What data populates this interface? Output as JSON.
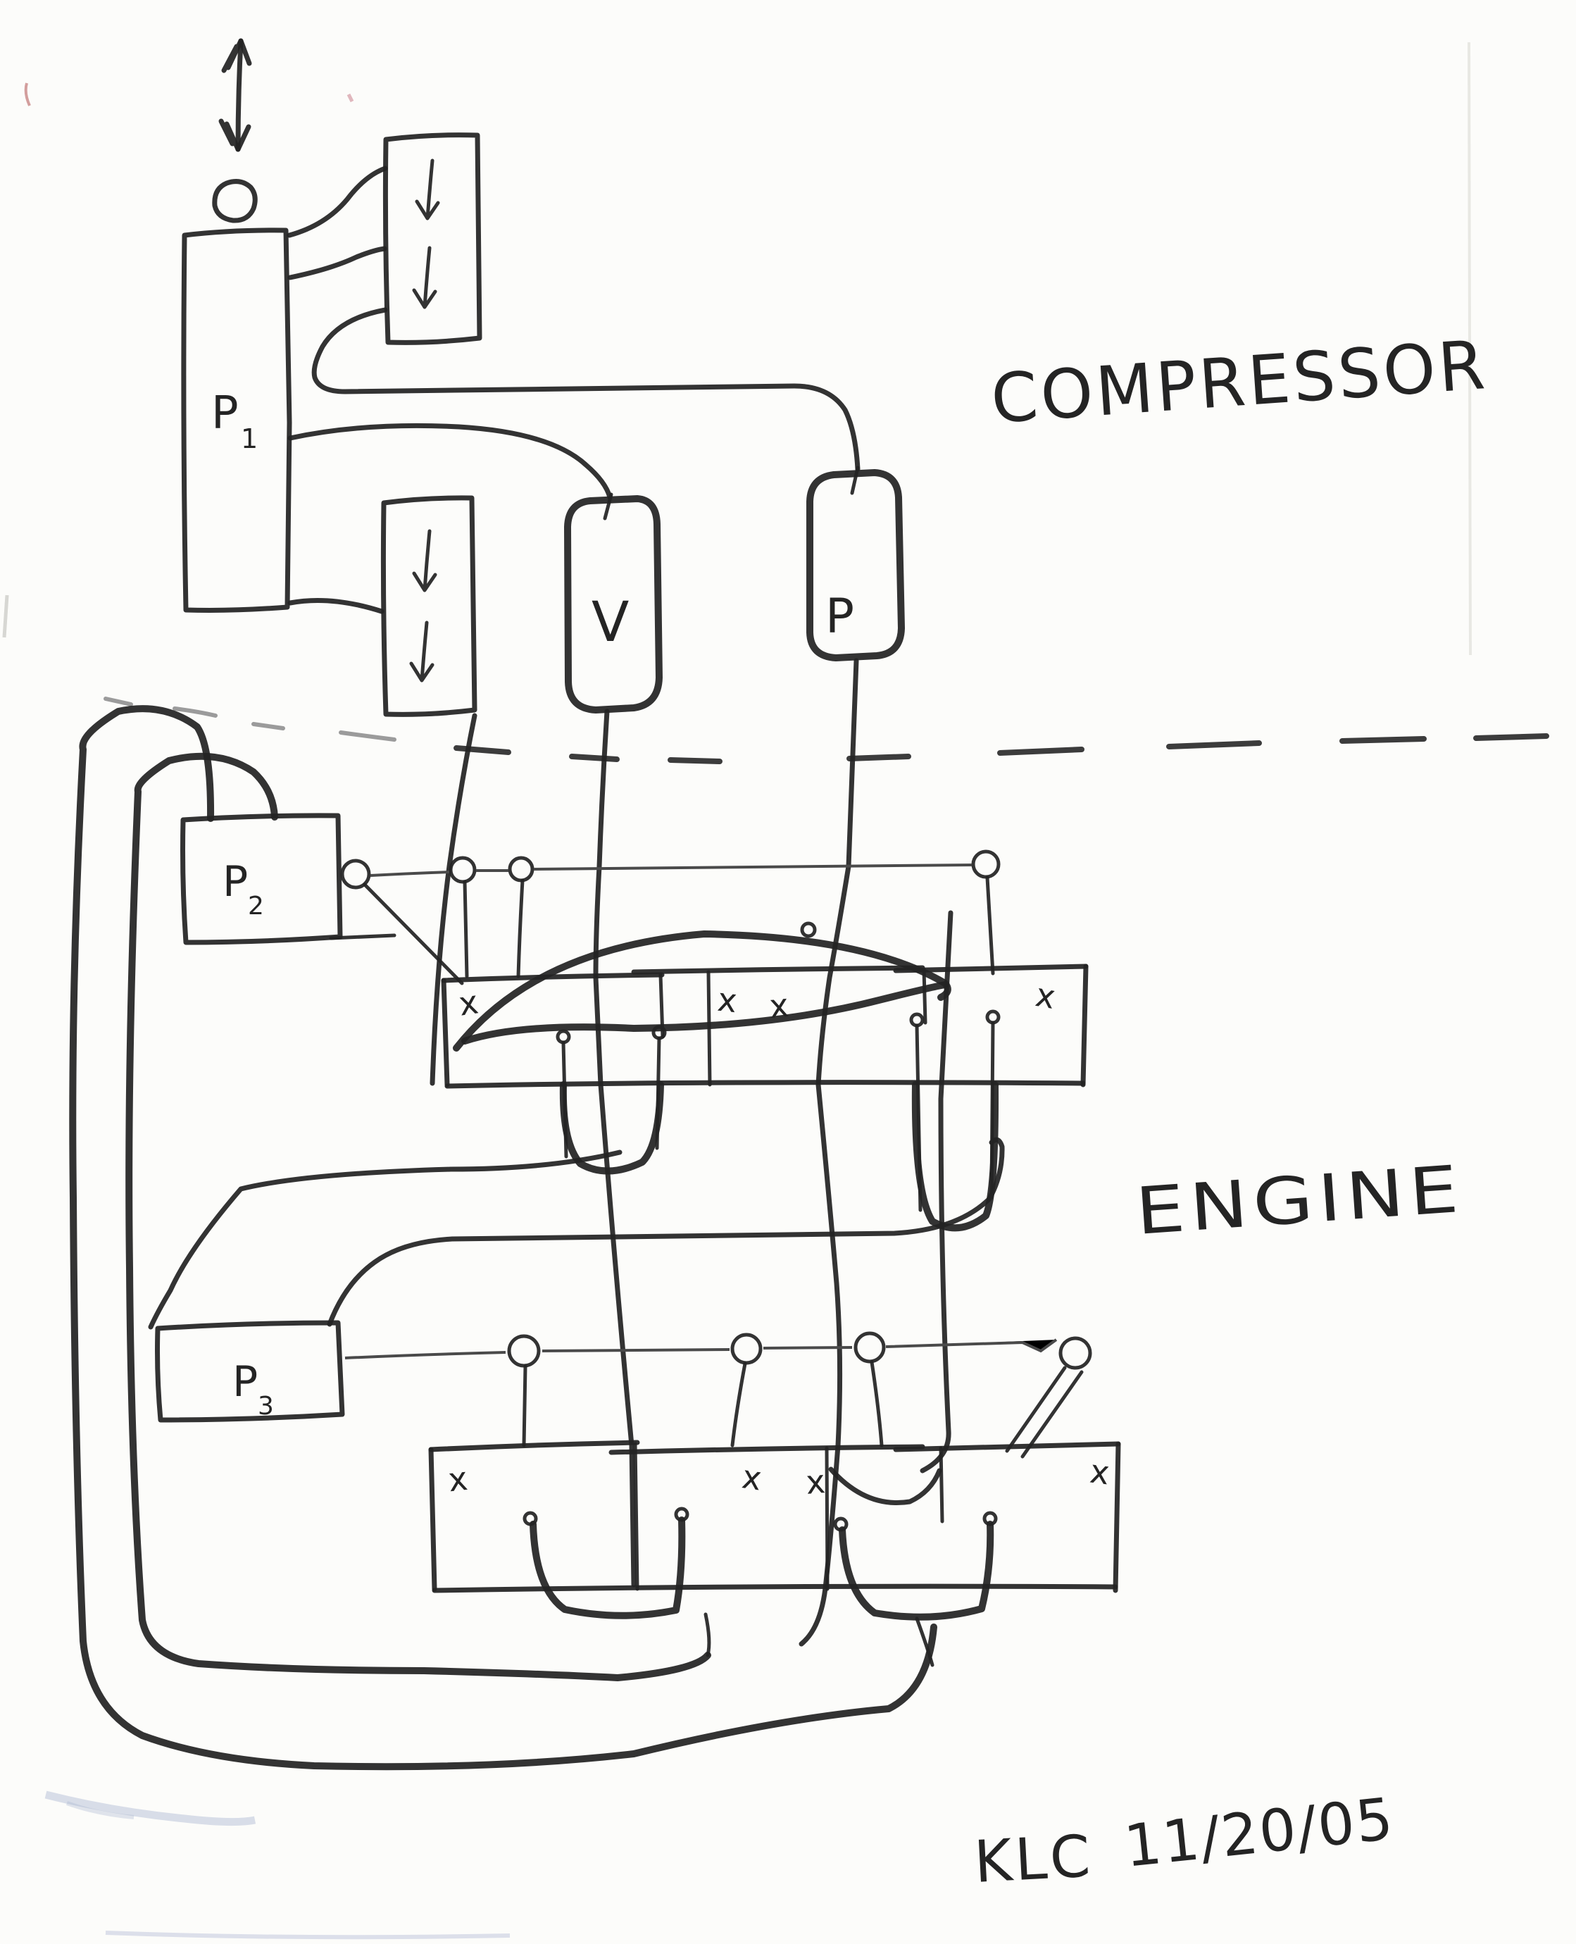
{
  "labels": {
    "compressor": "COMPRESSOR",
    "engine": "ENGINE",
    "p1": {
      "main": "P",
      "sub": "1"
    },
    "p2": {
      "main": "P",
      "sub": "2"
    },
    "p3": {
      "main": "P",
      "sub": "3"
    },
    "vessel_v": "V",
    "vessel_p": "P"
  },
  "marks": {
    "x": "x"
  },
  "signature": {
    "initials": "KLC",
    "date": "11/20/05"
  },
  "colors": {
    "ink": "#242424",
    "pencil_light": "#8f8f8f",
    "red_mark": "#b05050",
    "smudge_blue": "#9fabcb",
    "paper": "#fcfcfa"
  }
}
